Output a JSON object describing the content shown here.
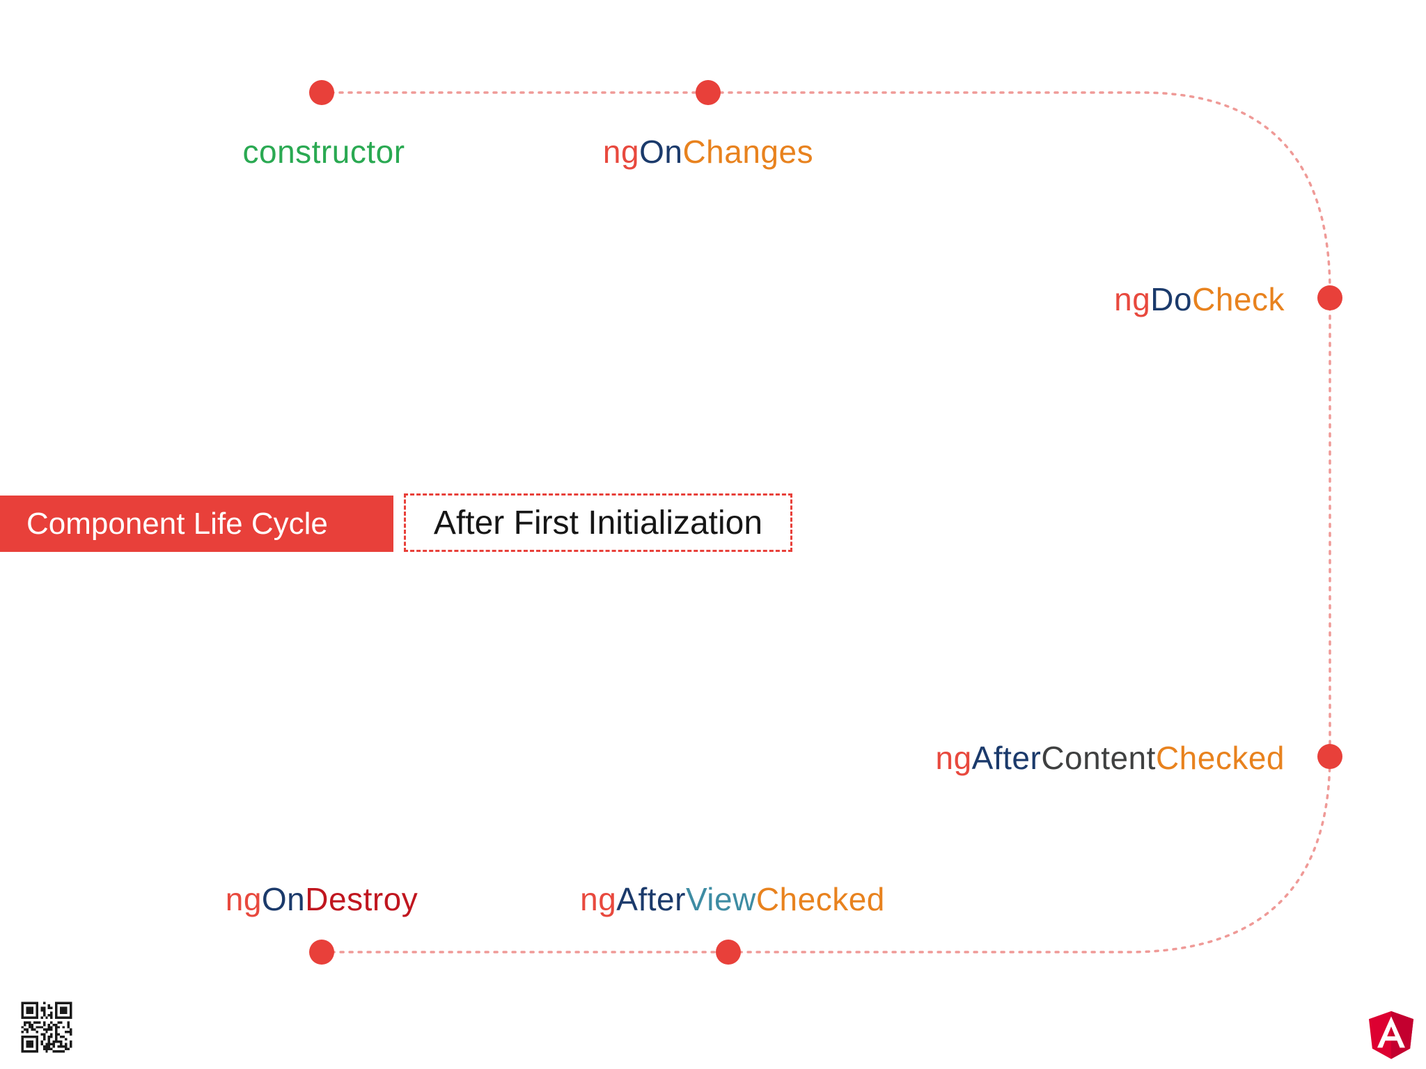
{
  "palette": {
    "red-primary": "#e8403a",
    "dot-red": "#e8403a",
    "line-red": "#ef9a97"
  },
  "banner": {
    "label": "Component Life Cycle"
  },
  "phase": {
    "label": "After First Initialization"
  },
  "hooks": [
    {
      "id": "constructor",
      "parts": [
        {
          "text": "constructor",
          "color": "#2aa952"
        }
      ]
    },
    {
      "id": "ngOnChanges",
      "parts": [
        {
          "text": "ng",
          "color": "#e8493e"
        },
        {
          "text": "On",
          "color": "#1b3a6b"
        },
        {
          "text": "Changes",
          "color": "#e8821e"
        }
      ]
    },
    {
      "id": "ngDoCheck",
      "parts": [
        {
          "text": "ng",
          "color": "#e8493e"
        },
        {
          "text": "Do",
          "color": "#1b3a6b"
        },
        {
          "text": "Check",
          "color": "#e8821e"
        }
      ]
    },
    {
      "id": "ngAfterContentChecked",
      "parts": [
        {
          "text": "ng",
          "color": "#e8493e"
        },
        {
          "text": "After",
          "color": "#1b3a6b"
        },
        {
          "text": "Content",
          "color": "#3f4040"
        },
        {
          "text": "Checked",
          "color": "#e8821e"
        }
      ]
    },
    {
      "id": "ngAfterViewChecked",
      "parts": [
        {
          "text": "ng",
          "color": "#e8493e"
        },
        {
          "text": "After",
          "color": "#1b3a6b"
        },
        {
          "text": "View",
          "color": "#3e8ca3"
        },
        {
          "text": "Checked",
          "color": "#e8821e"
        }
      ]
    },
    {
      "id": "ngOnDestroy",
      "parts": [
        {
          "text": "ng",
          "color": "#e8493e"
        },
        {
          "text": "On",
          "color": "#1b3a6b"
        },
        {
          "text": "Destroy",
          "color": "#c0161f"
        }
      ]
    }
  ],
  "icons": {
    "qr_code": "qr-code",
    "angular_logo": "angular-shield-logo"
  }
}
